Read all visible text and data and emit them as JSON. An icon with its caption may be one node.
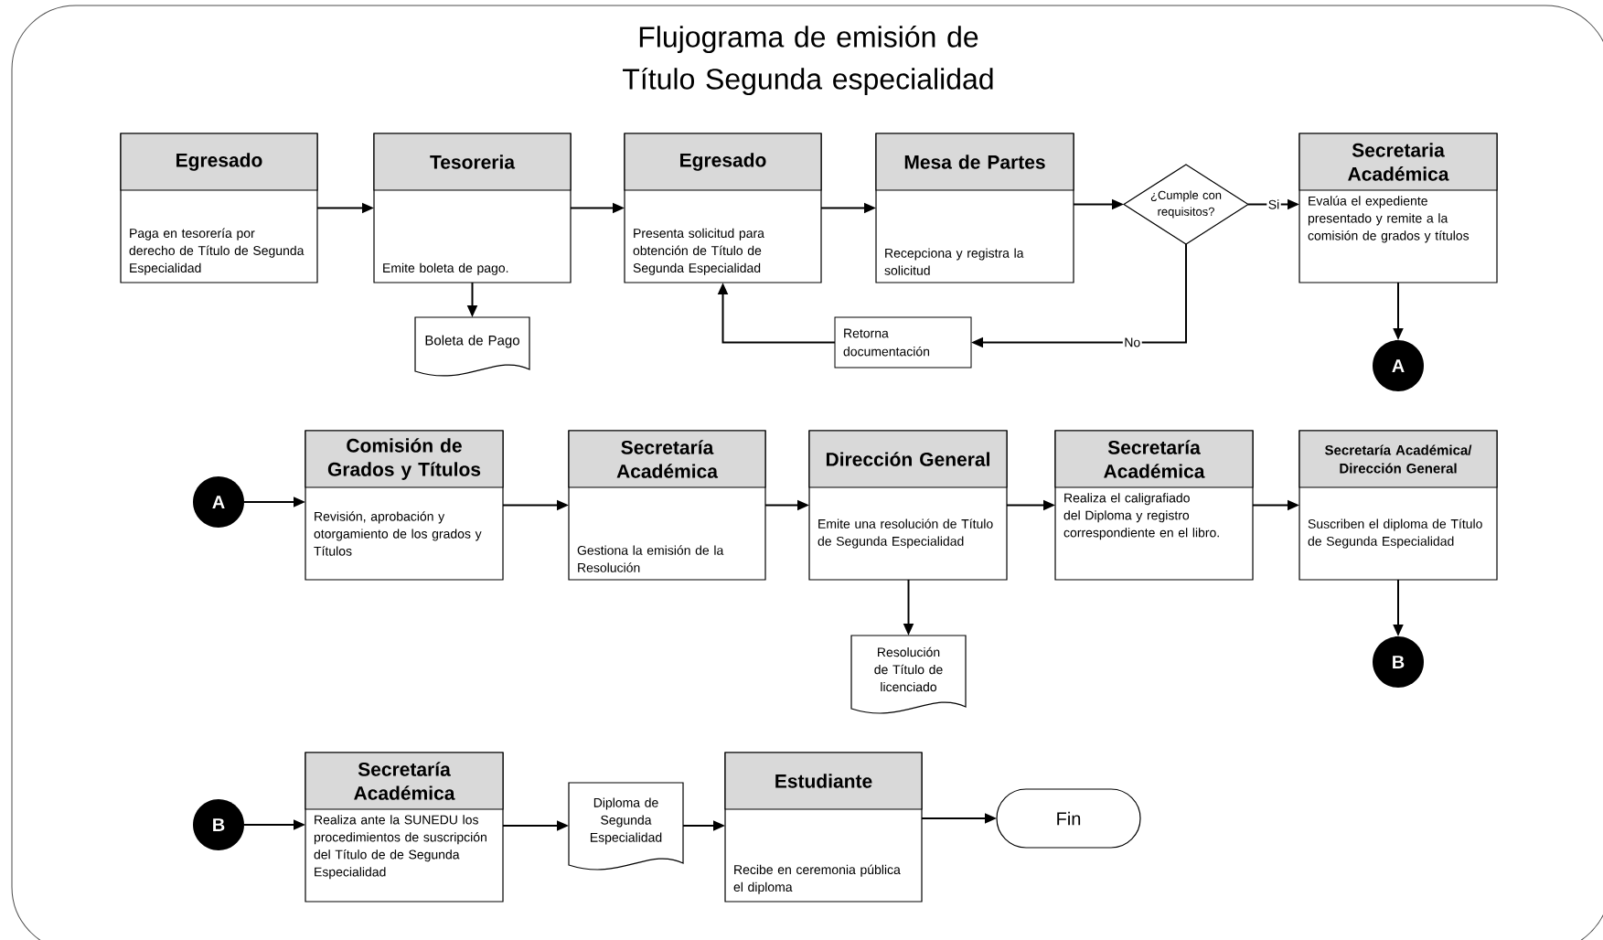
{
  "diagram": {
    "title": "Flujograma de emisión de Título Segunda especialidad",
    "nodes": [
      {
        "text": [
          "Egresado",
          "Paga en tesorería por derecho de Título de Segunda Especialidad"
        ]
      },
      {
        "text": [
          "Tesoreria",
          "Emite boleta de pago."
        ]
      },
      {
        "text": [
          "Boleta de Pago"
        ]
      },
      {
        "text": [
          "Egresado",
          "Presenta solicitud para obtención de Título de Segunda Especialidad"
        ]
      },
      {
        "text": [
          "Mesa de Partes",
          "Recepciona y registra la solicitud"
        ]
      },
      {
        "text": [
          "¿Cumple con requisitos?"
        ]
      },
      {
        "text": [
          "Secretaria Académica",
          "Evalúa el expediente presentado y remite a la comisión de grados y títulos"
        ]
      },
      {
        "text": [
          "Retorna documentación"
        ]
      },
      {
        "text": [
          "A"
        ]
      },
      {
        "text": [
          "A"
        ]
      },
      {
        "text": [
          "Comisión de Grados y Títulos",
          "Revisión, aprobación y otorgamiento de los grados y Títulos"
        ]
      },
      {
        "text": [
          "Secretaría Académica",
          "Gestiona la emisión de la Resolución"
        ]
      },
      {
        "text": [
          "Dirección General",
          "Emite una resolución de Título de Segunda Especialidad"
        ]
      },
      {
        "text": [
          "Resolución de Título de licenciado"
        ]
      },
      {
        "text": [
          "Secretaría Académica",
          "Realiza el caligrafiado del Diploma y registro correspondiente en el libro."
        ]
      },
      {
        "text": [
          "Secretaría Académica/ Dirección General",
          "Suscriben el diploma de Título de Segunda Especialidad"
        ]
      },
      {
        "text": [
          "B"
        ]
      },
      {
        "text": [
          "B"
        ]
      },
      {
        "text": [
          "Secretaría Académica",
          "Realiza ante la SUNEDU los procedimientos de suscripción del Título de de Segunda Especialidad"
        ]
      },
      {
        "text": [
          "Diploma de Segunda Especialidad"
        ]
      },
      {
        "text": [
          "Estudiante",
          "Recibe en ceremonia pública el diploma"
        ]
      },
      {
        "text": [
          "Fin"
        ]
      }
    ],
    "edges": [
      {
        "from": 0,
        "to": 1,
        "arrow": "to"
      },
      {
        "from": 1,
        "to": 2,
        "arrow": "to"
      },
      {
        "from": 1,
        "to": 3,
        "arrow": "to"
      },
      {
        "from": 3,
        "to": 4,
        "arrow": "to"
      },
      {
        "from": 4,
        "to": 5,
        "arrow": "to"
      },
      {
        "from": 5,
        "to": 6,
        "arrow": "to",
        "label": "Si"
      },
      {
        "from": 5,
        "to": 7,
        "arrow": "to",
        "label": "No"
      },
      {
        "from": 7,
        "to": 3,
        "arrow": "to"
      },
      {
        "from": 6,
        "to": 8,
        "arrow": "to"
      },
      {
        "from": 9,
        "to": 10,
        "arrow": "to"
      },
      {
        "from": 10,
        "to": 11,
        "arrow": "to"
      },
      {
        "from": 11,
        "to": 12,
        "arrow": "to"
      },
      {
        "from": 12,
        "to": 13,
        "arrow": "to"
      },
      {
        "from": 12,
        "to": 14,
        "arrow": "to"
      },
      {
        "from": 14,
        "to": 15,
        "arrow": "to"
      },
      {
        "from": 15,
        "to": 16,
        "arrow": "to"
      },
      {
        "from": 17,
        "to": 18,
        "arrow": "to"
      },
      {
        "from": 18,
        "to": 19,
        "arrow": "to"
      },
      {
        "from": 19,
        "to": 20,
        "arrow": "to"
      },
      {
        "from": 20,
        "to": 21,
        "arrow": "to"
      }
    ]
  }
}
